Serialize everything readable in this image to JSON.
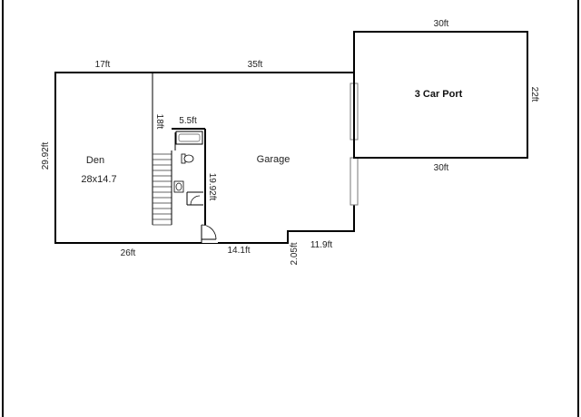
{
  "rooms": {
    "den": "Den",
    "den_size": "28x14.7",
    "garage": "Garage",
    "carport": "3 Car Port"
  },
  "dimensions": {
    "den_top": "17ft",
    "garage_top": "35ft",
    "carport_top": "30ft",
    "carport_bottom": "30ft",
    "carport_right": "22ft",
    "den_left": "29.92ft",
    "stair_height": "18ft",
    "bath_width": "5.5ft",
    "bath_height": "19.92ft",
    "den_bottom": "26ft",
    "garage_bottom": "14.1ft",
    "step_height": "2.05ft",
    "garage_step_width": "11.9ft"
  }
}
